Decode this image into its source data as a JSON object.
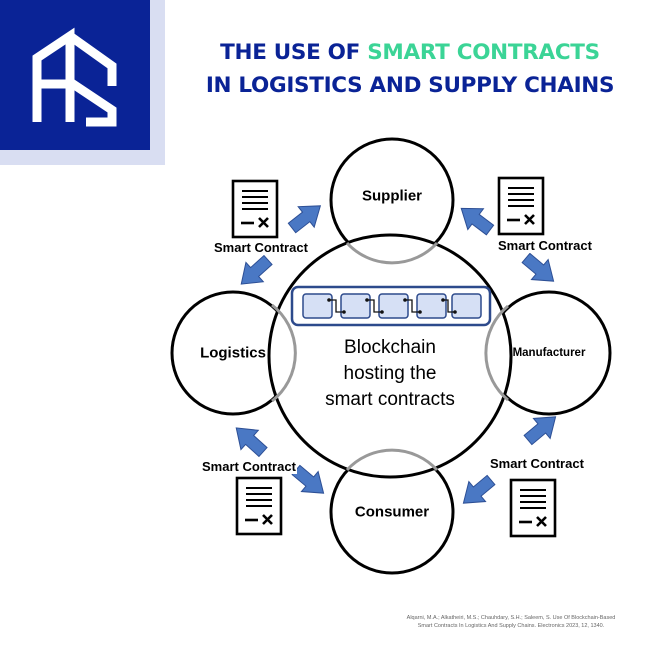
{
  "header": {
    "title_part1": "THE USE OF ",
    "title_highlight": "SMART CONTRACTS",
    "title_part2": "IN LOGISTICS AND SUPPLY CHAINS"
  },
  "logo": {
    "icon": "fs-monogram-logo"
  },
  "diagram": {
    "center": "Blockchain hosting the smart contracts",
    "center_lines": [
      "Blockchain",
      "hosting the",
      "smart contracts"
    ],
    "nodes": {
      "supplier": "Supplier",
      "manufacturer": "Manufacturer",
      "consumer": "Consumer",
      "logistics": "Logistics"
    },
    "smart_contract_labels": [
      "Smart Contract",
      "Smart Contract",
      "Smart Contract",
      "Smart Contract"
    ],
    "contract_icon": "document-x-icon",
    "arrow_icon": "arrow-icon",
    "chain_icon": "chain-blocks-icon"
  },
  "colors": {
    "navy": "#0a2396",
    "green": "#3bd496",
    "logo_light": "#d9def2",
    "arrow": "#4a78c4",
    "block_fill": "#d6e0f5",
    "block_stroke": "#2d4a8c"
  },
  "citation": {
    "line1": "Alqarni, M.A.; Alkatheiri, M.S.; Chauhdary, S.H.; Saleem, S. Use Of Blockchain-Based",
    "line2": "Smart Contracts In Logistics And Supply Chains. Electronics 2023, 12, 1340."
  }
}
